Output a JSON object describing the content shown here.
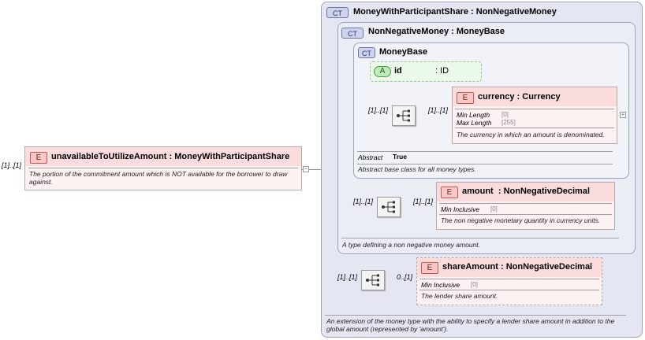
{
  "root": {
    "multiplicity": "[1]..[1]",
    "badge": "E",
    "name": "unavailableToUtilizeAmount",
    "type": "MoneyWithParticipantShare",
    "doc": "The portion of the commitment amount which is NOT available for the borrower to draw against."
  },
  "ct_outer": {
    "badge": "CT",
    "name": "MoneyWithParticipantShare",
    "base": "NonNegativeMoney",
    "doc": "An extension of the money type with the ability to specify a lender share amount in addition to the global amount (represented by 'amount')."
  },
  "ct_mid": {
    "badge": "CT",
    "name": "NonNegativeMoney",
    "base": "MoneyBase",
    "doc": "A type defining a non negative money amount."
  },
  "ct_inner": {
    "badge": "CT",
    "name": "MoneyBase",
    "abstract_label": "Abstract",
    "abstract_value": "True",
    "doc": "Abstract base class for all money types."
  },
  "attr_id": {
    "badge": "A",
    "name": "id",
    "type": ": ID"
  },
  "currency": {
    "badge": "E",
    "name": "currency",
    "type": "Currency",
    "seq_mult": "[1]..[1]",
    "mult": "[1]..[1]",
    "facets": [
      {
        "label": "Min Length",
        "value": "[0]"
      },
      {
        "label": "Max Length",
        "value": "[255]"
      }
    ],
    "doc": "The currency in which an amount is denominated."
  },
  "amount": {
    "badge": "E",
    "name": "amount",
    "type": "NonNegativeDecimal",
    "seq_mult": "[1]..[1]",
    "mult": "[1]..[1]",
    "facets": [
      {
        "label": "Min Inclusive",
        "value": "[0]"
      }
    ],
    "doc": "The non negative monetary quantity in currency units."
  },
  "shareAmount": {
    "badge": "E",
    "name": "shareAmount",
    "type": "NonNegativeDecimal",
    "seq_mult": "[1]..[1]",
    "mult": "0..[1]",
    "facets": [
      {
        "label": "Min Inclusive",
        "value": "[0]"
      }
    ],
    "doc": "The lender share amount."
  },
  "icons": {
    "seq": "sequence-icon",
    "collapse": "minus",
    "expand": "plus"
  }
}
